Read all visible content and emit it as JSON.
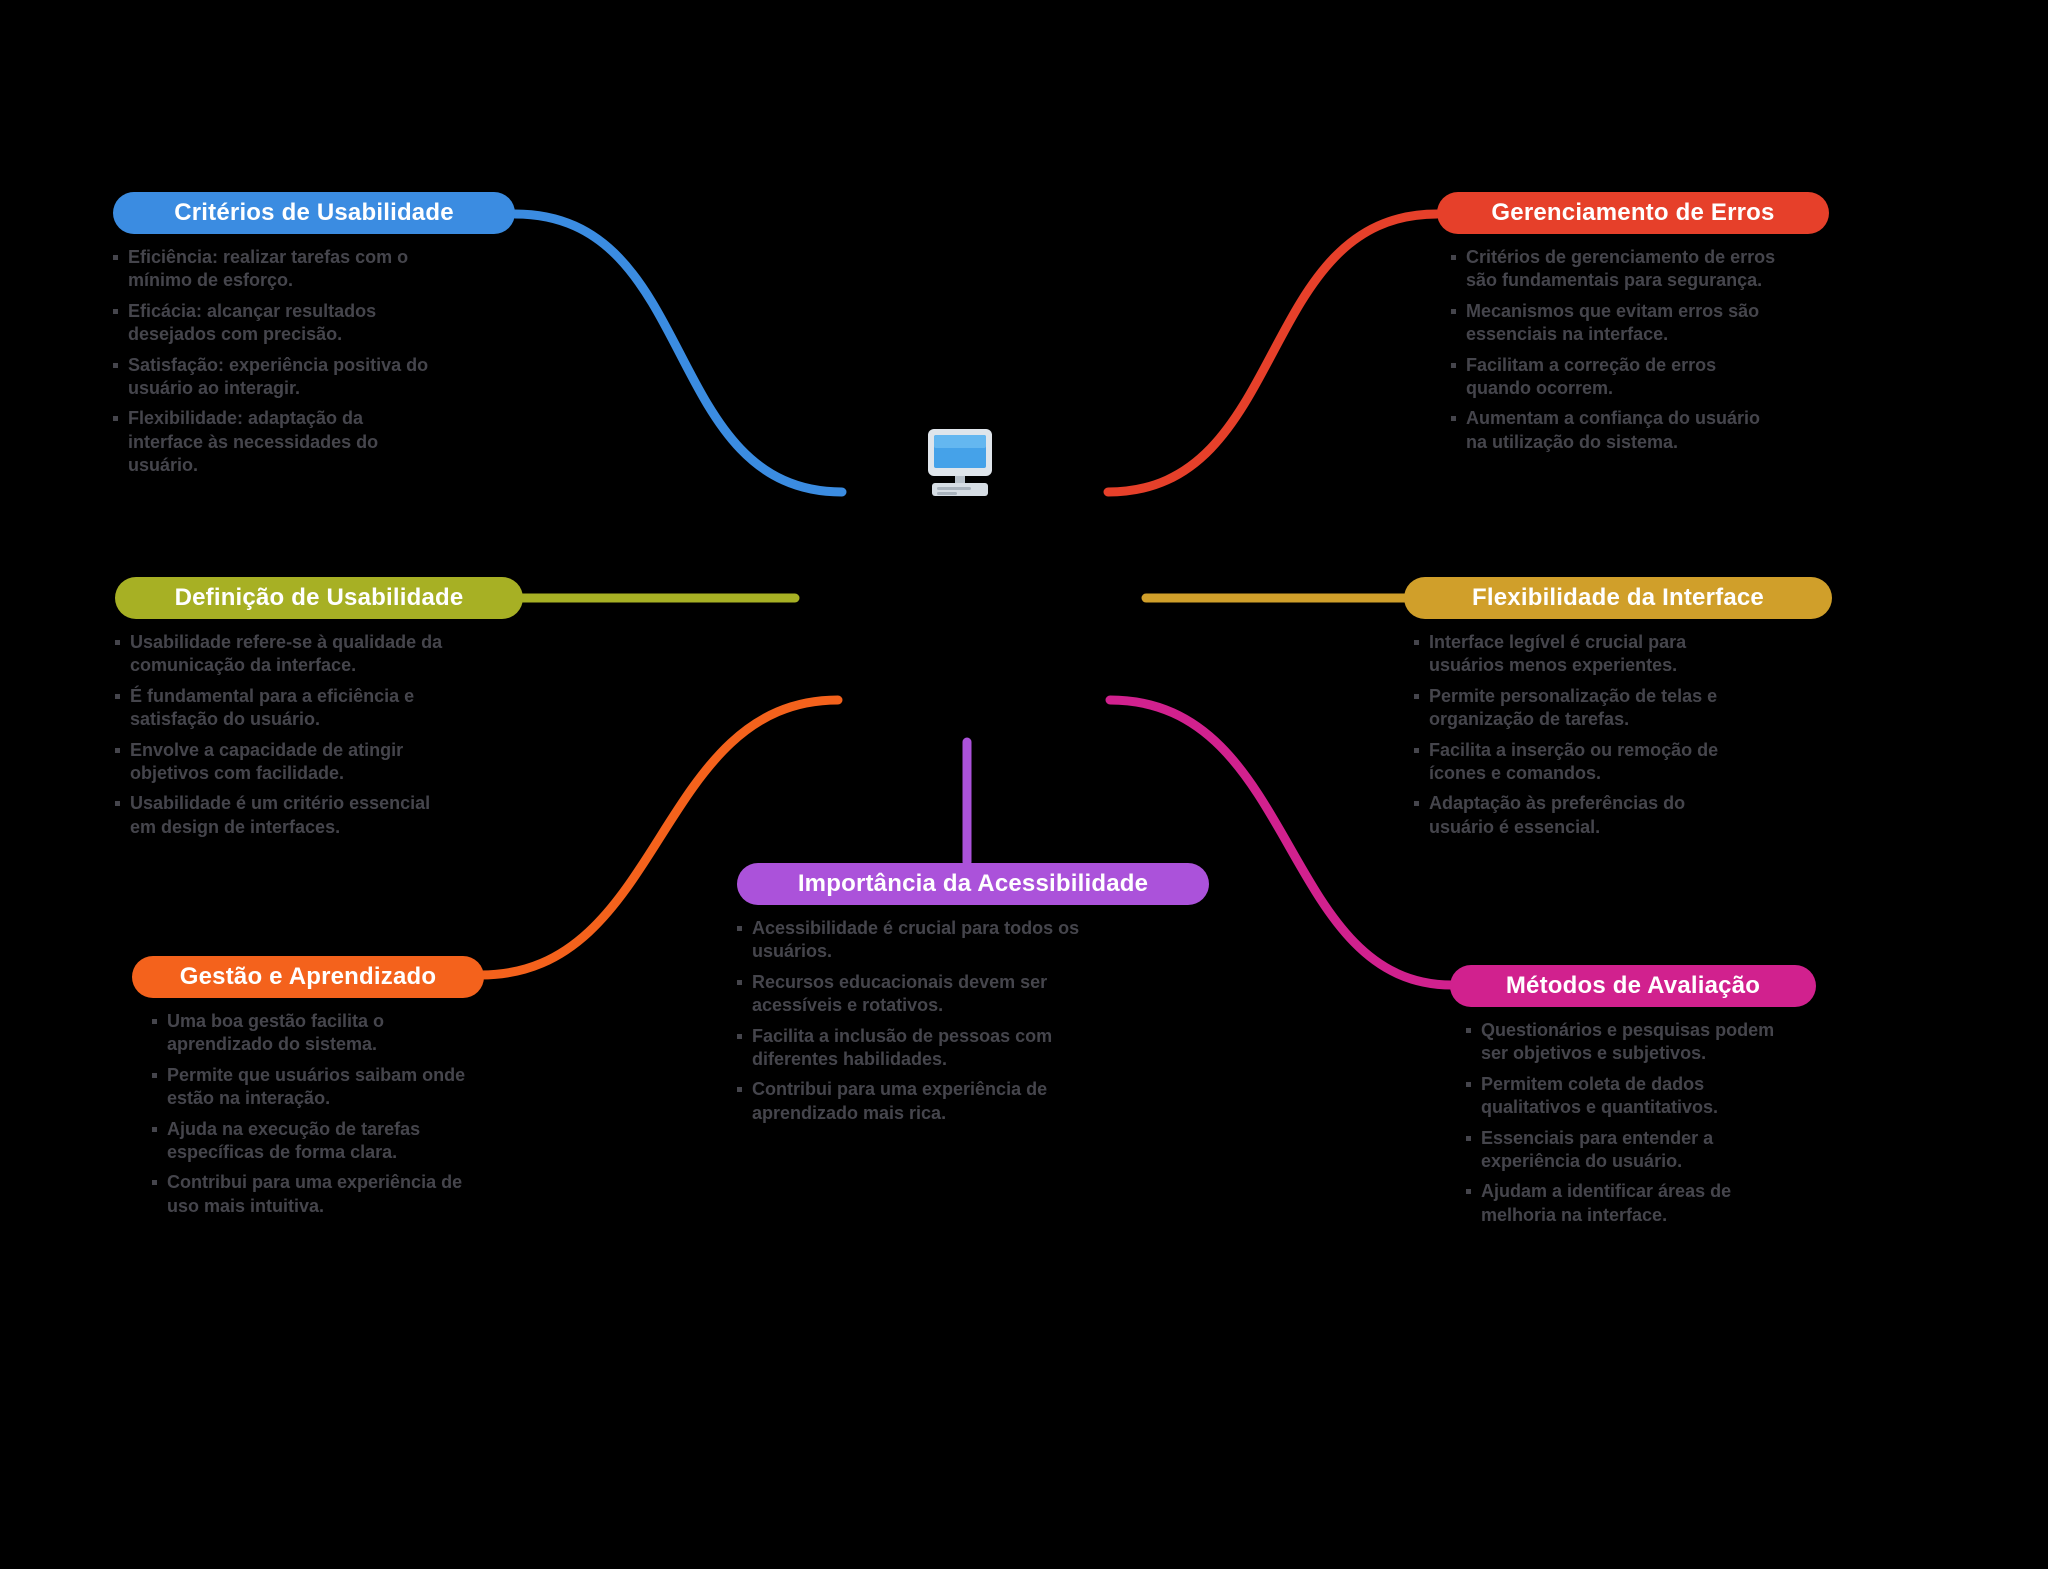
{
  "colors": {
    "background": "#000000",
    "bullet_text": "#45454c",
    "title_text": "#ffffff"
  },
  "center": {
    "icon": "computer-icon"
  },
  "branches": [
    {
      "title": "Critérios de Usabilidade",
      "color": "#3b8ce1",
      "bullets": [
        "Eficiência: realizar tarefas com o mínimo de esforço.",
        "Eficácia: alcançar resultados desejados com precisão.",
        "Satisfação: experiência positiva do usuário ao interagir.",
        "Flexibilidade: adaptação da interface às necessidades do usuário."
      ]
    },
    {
      "title": "Gerenciamento de Erros",
      "color": "#e6402a",
      "bullets": [
        "Critérios de gerenciamento de erros são fundamentais para segurança.",
        "Mecanismos que evitam erros são essenciais na interface.",
        "Facilitam a correção de erros quando ocorrem.",
        "Aumentam a confiança do usuário na utilização do sistema."
      ]
    },
    {
      "title": "Definição de Usabilidade",
      "color": "#a7b024",
      "bullets": [
        "Usabilidade refere-se à qualidade da comunicação da interface.",
        "É fundamental para a eficiência e satisfação do usuário.",
        "Envolve a capacidade de atingir objetivos com facilidade.",
        "Usabilidade é um critério essencial em design de interfaces."
      ]
    },
    {
      "title": "Flexibilidade da Interface",
      "color": "#d09f2a",
      "bullets": [
        "Interface legível é crucial para usuários menos experientes.",
        "Permite personalização de telas e organização de tarefas.",
        "Facilita a inserção ou remoção de ícones e comandos.",
        "Adaptação às preferências do usuário é essencial."
      ]
    },
    {
      "title": "Gestão e Aprendizado",
      "color": "#f4621c",
      "bullets": [
        "Uma boa gestão facilita o aprendizado do sistema.",
        "Permite que usuários saibam onde estão na interação.",
        "Ajuda na execução de tarefas específicas de forma clara.",
        "Contribui para uma experiência de uso mais intuitiva."
      ]
    },
    {
      "title": "Importância da Acessibilidade",
      "color": "#ab52da",
      "bullets": [
        "Acessibilidade é crucial para todos os usuários.",
        "Recursos educacionais devem ser acessíveis e rotativos.",
        "Facilita a inclusão de pessoas com diferentes habilidades.",
        "Contribui para uma experiência de aprendizado mais rica."
      ]
    },
    {
      "title": "Métodos de Avaliação",
      "color": "#d1218e",
      "bullets": [
        "Questionários e pesquisas podem ser objetivos e subjetivos.",
        "Permitem coleta de dados qualitativos e quantitativos.",
        "Essenciais para entender a experiência do usuário.",
        "Ajudam a identificar áreas de melhoria na interface."
      ]
    }
  ]
}
